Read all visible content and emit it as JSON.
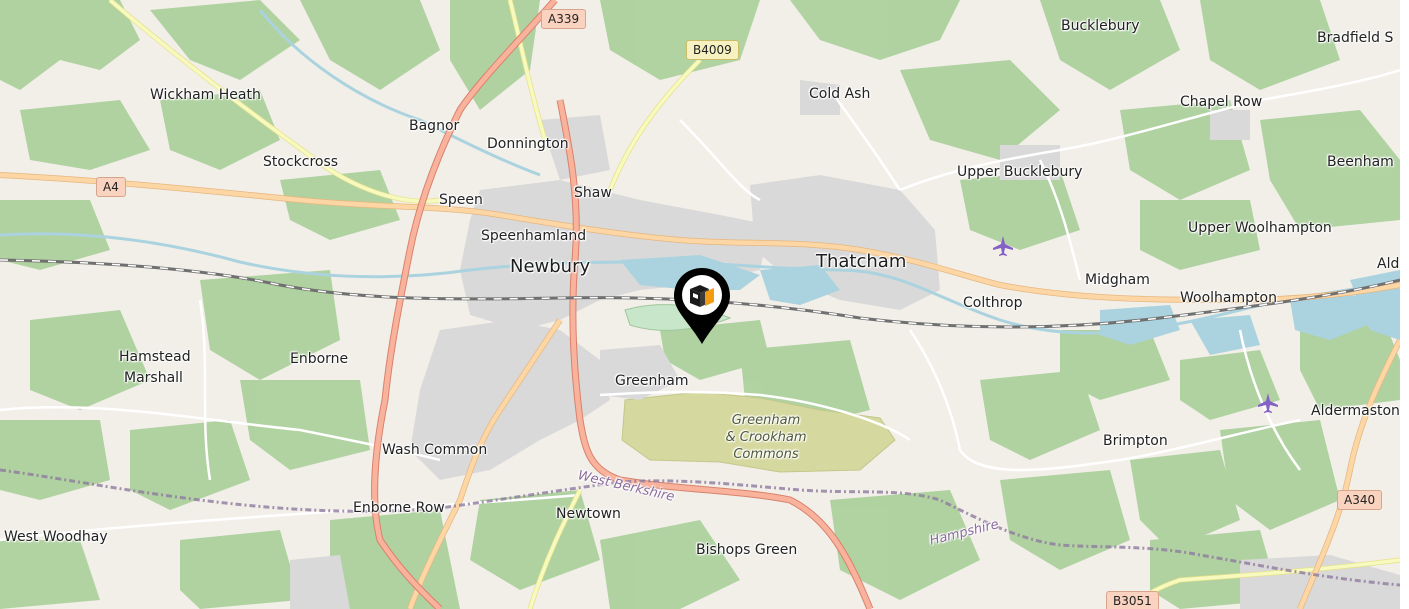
{
  "map": {
    "towns": [
      {
        "name": "Newbury"
      },
      {
        "name": "Thatcham"
      }
    ],
    "villages": [
      {
        "name": "Wickham Heath"
      },
      {
        "name": "Bagnor"
      },
      {
        "name": "Donnington"
      },
      {
        "name": "Stockcross"
      },
      {
        "name": "Shaw"
      },
      {
        "name": "Speen"
      },
      {
        "name": "Speenhamland"
      },
      {
        "name": "Cold Ash"
      },
      {
        "name": "Bucklebury"
      },
      {
        "name": "Bradfield S"
      },
      {
        "name": "Chapel Row"
      },
      {
        "name": "Upper Bucklebury"
      },
      {
        "name": "Beenham"
      },
      {
        "name": "Upper Woolhampton"
      },
      {
        "name": "Ald"
      },
      {
        "name": "Midgham"
      },
      {
        "name": "Woolhampton"
      },
      {
        "name": "Colthrop"
      },
      {
        "name": "Hamstead"
      },
      {
        "name": "Marshall"
      },
      {
        "name": "Enborne"
      },
      {
        "name": "Greenham"
      },
      {
        "name": "Wash Common"
      },
      {
        "name": "Brimpton"
      },
      {
        "name": "Aldermaston"
      },
      {
        "name": "Enborne Row"
      },
      {
        "name": "Newtown"
      },
      {
        "name": "West Woodhay"
      },
      {
        "name": "Bishops Green"
      }
    ],
    "common": {
      "line1": "Greenham",
      "line2": "& Crookham",
      "line3": "Commons"
    },
    "counties": [
      {
        "name": "West Berkshire"
      },
      {
        "name": "Hampshire"
      }
    ],
    "road_shields": [
      {
        "ref": "A339"
      },
      {
        "ref": "B4009"
      },
      {
        "ref": "A4"
      },
      {
        "ref": "A340"
      },
      {
        "ref": "B3051"
      }
    ],
    "icons": {
      "airport": "airplane-icon",
      "marker": "location-pin-icon",
      "marker_logo": "cube-logo-icon"
    },
    "colors": {
      "land": "#f2efe9",
      "woodland": "#add19e",
      "residential": "#dddddd",
      "water": "#aad3df",
      "primary_road": "#fcd6a4",
      "trunk_road": "#f9b29c",
      "secondary_road": "#f7fabf",
      "railway": "#707070",
      "boundary": "#8f7a9f",
      "common": "#d6d99f",
      "marker": "#000000",
      "logo_orange": "#f39c12"
    }
  }
}
